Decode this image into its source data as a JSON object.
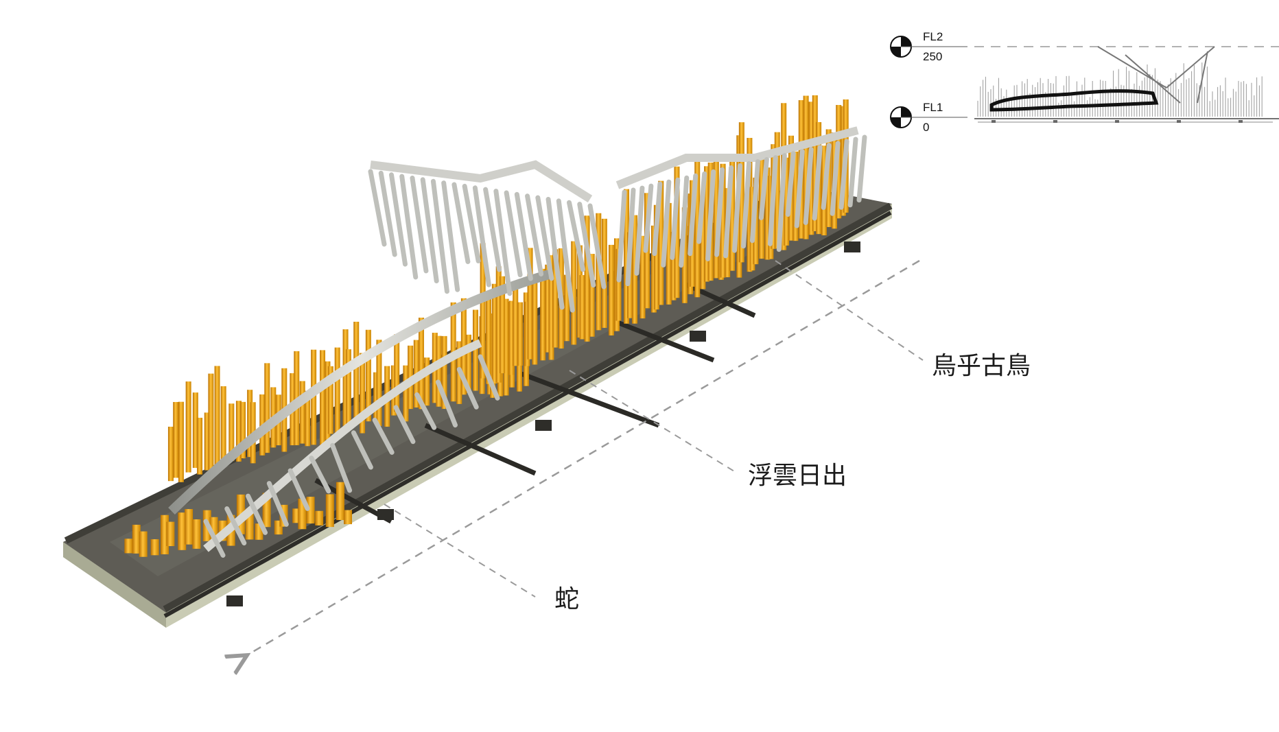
{
  "levels": [
    {
      "name": "FL2",
      "value": "250"
    },
    {
      "name": "FL1",
      "value": "0"
    }
  ],
  "callouts": {
    "bird": "烏乎古鳥",
    "cloud": "浮雲日出",
    "snake": "蛇"
  },
  "colors": {
    "tube_orange": "#f2a516",
    "frame_grey": "#c9c9c4",
    "deck": "#5e5c55",
    "deck_edge": "#c9cbb4",
    "leader": "#9a9a9a"
  }
}
